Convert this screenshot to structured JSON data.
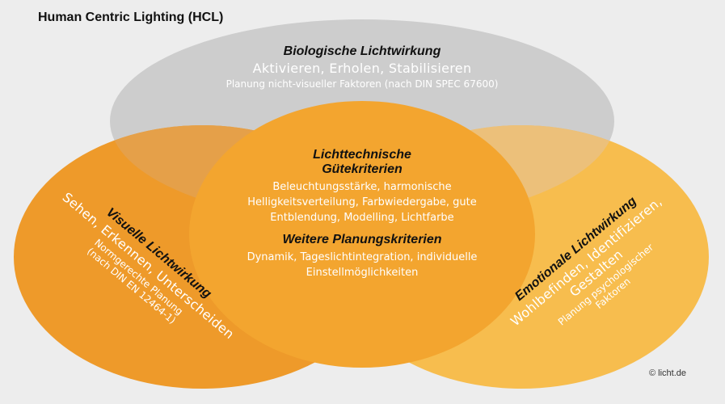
{
  "title": "Human Centric Lighting (HCL)",
  "copyright": "© licht.de",
  "colors": {
    "background": "#ededed",
    "top_ellipse": "#cfcfcf",
    "left_ellipse": "#ee9a2a",
    "right_ellipse": "#f7bd4e",
    "center_overlap": "#f4a531"
  },
  "biologisch": {
    "heading": "Biologische Lichtwirkung",
    "line1": "Aktivieren, Erholen, Stabilisieren",
    "line2": "Planung nicht-visueller Faktoren (nach DIN SPEC 67600)"
  },
  "center": {
    "heading_line1": "Lichttechnische",
    "heading_line2": "Gütekriterien",
    "body_line1": "Beleuchtungsstärke, harmonische",
    "body_line2": "Helligkeitsverteilung, Farbwiedergabe, gute",
    "body_line3": "Entblendung, Modelling, Lichtfarbe",
    "heading2": "Weitere Planungskriterien",
    "body2_line1": "Dynamik, Tageslichtintegration, individuelle",
    "body2_line2": "Einstellmöglichkeiten"
  },
  "visuell": {
    "heading": "Visuelle Lichtwirkung",
    "line1": "Sehen, Erkennen, Unterscheiden",
    "line2": "Normgerechte Planung",
    "line3": "(nach DIN EN 12464-1)"
  },
  "emotional": {
    "heading": "Emotionale Lichtwirkung",
    "line1": "Wohlbefinden, Identifizieren,",
    "line2": "Gestalten",
    "line3": "Planung psychologischer",
    "line4": "Faktoren"
  }
}
